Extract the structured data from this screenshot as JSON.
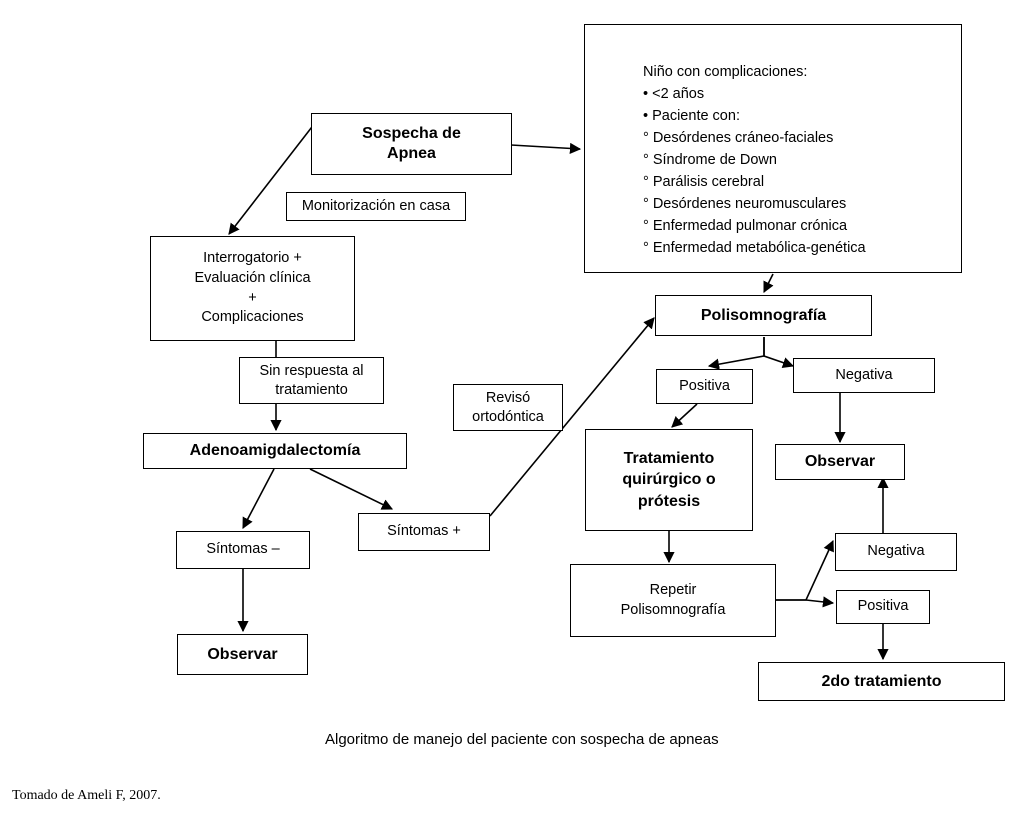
{
  "diagram": {
    "caption": "Algoritmo de manejo del paciente con sospecha de apneas",
    "attribution": "Tomado de Ameli F, 2007.",
    "nodes": {
      "sospecha_apnea": "Sospecha de\nApnea",
      "complicaciones": "Niño con complicaciones:\n• <2 años\n• Paciente con:\n   ° Desórdenes cráneo-faciales\n   ° Síndrome de Down\n   ° Parálisis cerebral\n   ° Desórdenes neuromusculares\n   ° Enfermedad pulmonar crónica\n   ° Enfermedad metabólica-genética",
      "monitorizacion": "Monitorización en casa",
      "interrogatorio": "Interrogatorio +\nEvaluación clínica\n+\nComplicaciones",
      "sin_respuesta": "Sin respuesta al\ntratamiento",
      "adenoamigdalectomia": "Adenoamigdalectomía",
      "sintomas_negativo": "Síntomas –",
      "sintomas_positivo": "Síntomas +",
      "observar_izquierda": "Observar",
      "reviso_ortodontica": "Revisó\nortodóntica",
      "polisomnografia": "Polisomnografía",
      "positiva_superior": "Positiva",
      "negativa_superior": "Negativa",
      "tratamiento_quirurgico": "Tratamiento\nquirúrgico o\nprótesis",
      "observar_derecha": "Observar",
      "repetir_polisomnografia": "Repetir\nPolisomnografía",
      "negativa_inferior": "Negativa",
      "positiva_inferior": "Positiva",
      "segundo_tratamiento": "2do tratamiento"
    }
  },
  "colors": {
    "stroke": "#000000",
    "background": "#ffffff",
    "text": "#000000"
  }
}
